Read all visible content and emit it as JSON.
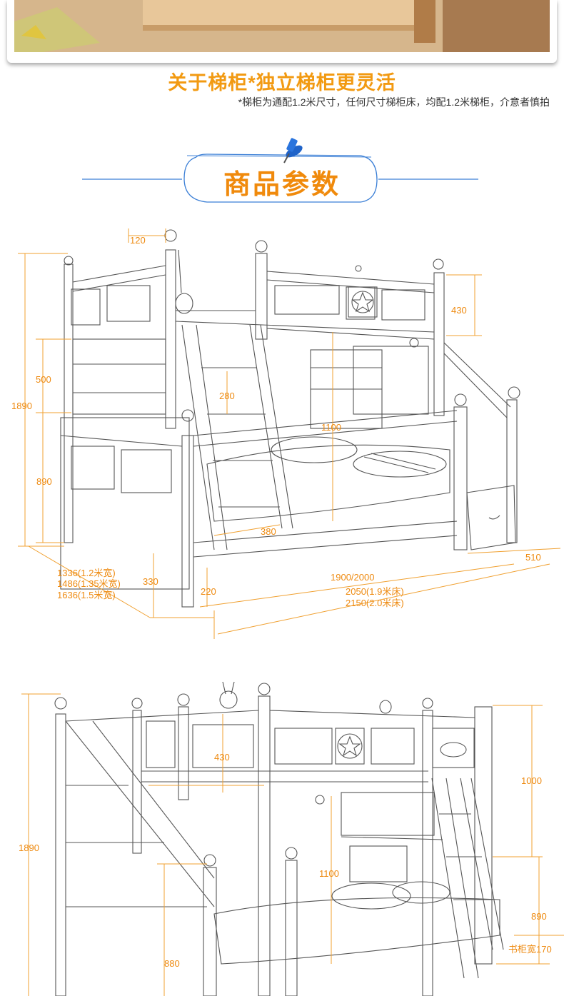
{
  "banner": {
    "title": "关于梯柜*独立梯柜更灵活",
    "note": "*梯柜为通配1.2米尺寸，任何尺寸梯柜床，均配1.2米梯柜，介意者慎拍"
  },
  "section": {
    "title": "商品参数"
  },
  "colors": {
    "accent": "#f29a12",
    "dimension_line": "#f0a030",
    "pin": "#1f63c9",
    "sketch": "#555555"
  },
  "diagram1": {
    "labels": {
      "d120": "120",
      "d430": "430",
      "d500": "500",
      "d1890": "1890",
      "d280": "280",
      "d1100": "1100",
      "d890": "890",
      "d380": "380",
      "d510": "510",
      "w1336": "1336(1.2米宽)",
      "w1486": "1486(1.35米宽)",
      "w1636": "1636(1.5米宽)",
      "d330": "330",
      "d220": "220",
      "l1900": "1900/2000",
      "l2050": "2050(1.9米床)",
      "l2150": "2150(2.0米床)"
    }
  },
  "diagram2": {
    "labels": {
      "d1890": "1890",
      "d430": "430",
      "d1000": "1000",
      "d1100": "1100",
      "d890": "890",
      "d880": "880",
      "cabinet": "书柜宽170"
    }
  }
}
